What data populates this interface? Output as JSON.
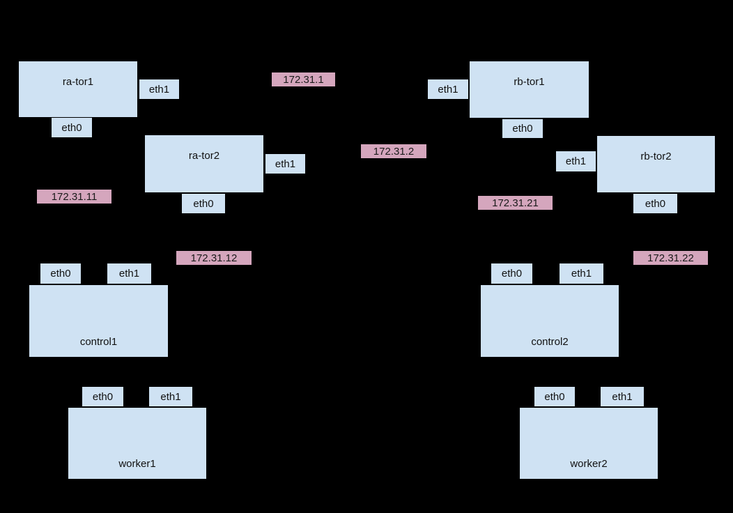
{
  "diagram": {
    "background_color": "#000000",
    "node_fill_color": "#cfe2f3",
    "subnet_fill_color": "#d5a6bd",
    "border_color": "#000000"
  },
  "topology": {
    "tors": [
      {
        "label": "ra-tor1",
        "eth0": "eth0",
        "eth1": "eth1"
      },
      {
        "label": "ra-tor2",
        "eth0": "eth0",
        "eth1": "eth1"
      },
      {
        "label": "rb-tor1",
        "eth0": "eth0",
        "eth1": "eth1"
      },
      {
        "label": "rb-tor2",
        "eth0": "eth0",
        "eth1": "eth1"
      }
    ],
    "hosts": [
      {
        "label": "control1",
        "eth0": "eth0",
        "eth1": "eth1"
      },
      {
        "label": "worker1",
        "eth0": "eth0",
        "eth1": "eth1"
      },
      {
        "label": "control2",
        "eth0": "eth0",
        "eth1": "eth1"
      },
      {
        "label": "worker2",
        "eth0": "eth0",
        "eth1": "eth1"
      }
    ],
    "subnets": [
      {
        "label": "172.31.1"
      },
      {
        "label": "172.31.2"
      },
      {
        "label": "172.31.11"
      },
      {
        "label": "172.31.12"
      },
      {
        "label": "172.31.21"
      },
      {
        "label": "172.31.22"
      }
    ]
  }
}
